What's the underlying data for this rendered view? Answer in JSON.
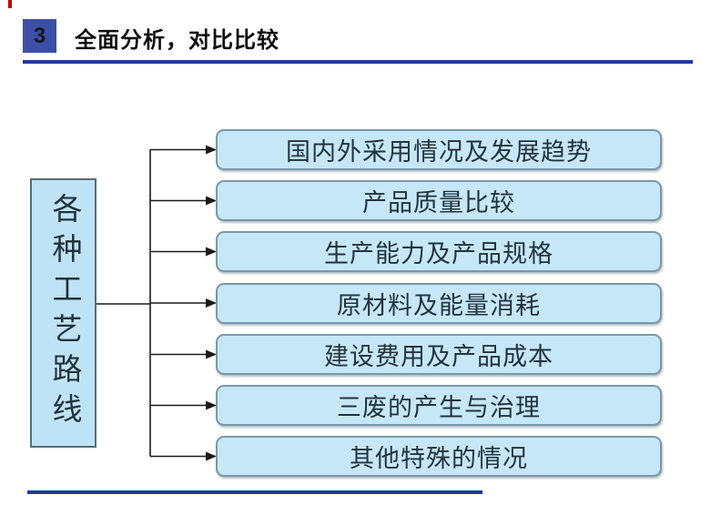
{
  "header": {
    "badge": "3",
    "title": "全面分析，对比比较"
  },
  "diagram": {
    "root": {
      "label": "各种工艺路线"
    },
    "branches": [
      {
        "label": "国内外采用情况及发展趋势"
      },
      {
        "label": "产品质量比较"
      },
      {
        "label": "生产能力及产品规格"
      },
      {
        "label": "原材料及能量消耗"
      },
      {
        "label": "建设费用及产品成本"
      },
      {
        "label": "三废的产生与治理"
      },
      {
        "label": "其他特殊的情况"
      }
    ]
  },
  "colors": {
    "accent_blue": "#3a4fa5",
    "rule_blue": "#2438a8",
    "node_fill": "#c6e7f8",
    "node_border": "#7a97a8",
    "connector": "#1a1a1a",
    "red_mark": "#c00000"
  }
}
